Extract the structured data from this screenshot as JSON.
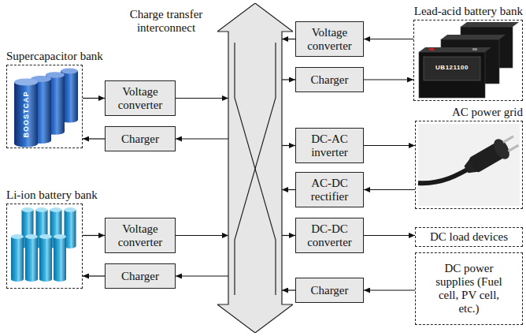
{
  "diagram": {
    "nodes": [
      {
        "text": [
          "Charge transfer interconnect"
        ]
      },
      {
        "text": [
          "Supercapacitor bank"
        ]
      },
      {
        "text": [
          "Voltage converter"
        ]
      },
      {
        "text": [
          "Charger"
        ]
      },
      {
        "text": [
          "Li-ion battery bank"
        ]
      },
      {
        "text": [
          "Voltage converter"
        ]
      },
      {
        "text": [
          "Charger"
        ]
      },
      {
        "text": [
          "Lead-acid battery bank"
        ]
      },
      {
        "text": [
          "Voltage converter"
        ]
      },
      {
        "text": [
          "Charger"
        ]
      },
      {
        "text": [
          "AC power grid"
        ]
      },
      {
        "text": [
          "DC-AC inverter"
        ]
      },
      {
        "text": [
          "AC-DC rectifier"
        ]
      },
      {
        "text": [
          "DC-DC converter"
        ]
      },
      {
        "text": [
          "DC load devices"
        ]
      },
      {
        "text": [
          "Charger"
        ]
      },
      {
        "text": [
          "DC power supplies (Fuel cell, PV cell, etc.)"
        ]
      }
    ],
    "edges": [
      {
        "from": 1,
        "to": 2,
        "arrow": "to"
      },
      {
        "from": 2,
        "to": 0,
        "arrow": "to"
      },
      {
        "from": 0,
        "to": 3,
        "arrow": "to"
      },
      {
        "from": 3,
        "to": 1,
        "arrow": "to"
      },
      {
        "from": 4,
        "to": 5,
        "arrow": "to"
      },
      {
        "from": 5,
        "to": 0,
        "arrow": "to"
      },
      {
        "from": 0,
        "to": 6,
        "arrow": "to"
      },
      {
        "from": 6,
        "to": 4,
        "arrow": "to"
      },
      {
        "from": 7,
        "to": 8,
        "arrow": "to"
      },
      {
        "from": 8,
        "to": 0,
        "arrow": "to"
      },
      {
        "from": 0,
        "to": 9,
        "arrow": "to"
      },
      {
        "from": 9,
        "to": 7,
        "arrow": "to"
      },
      {
        "from": 0,
        "to": 11,
        "arrow": "to"
      },
      {
        "from": 11,
        "to": 10,
        "arrow": "to"
      },
      {
        "from": 10,
        "to": 12,
        "arrow": "to"
      },
      {
        "from": 12,
        "to": 0,
        "arrow": "to"
      },
      {
        "from": 0,
        "to": 13,
        "arrow": "to"
      },
      {
        "from": 13,
        "to": 14,
        "arrow": "to"
      },
      {
        "from": 16,
        "to": 15,
        "arrow": "to"
      },
      {
        "from": 15,
        "to": 0,
        "arrow": "to"
      }
    ],
    "labels": [
      "BOOSTCAP",
      "UB121100"
    ]
  }
}
